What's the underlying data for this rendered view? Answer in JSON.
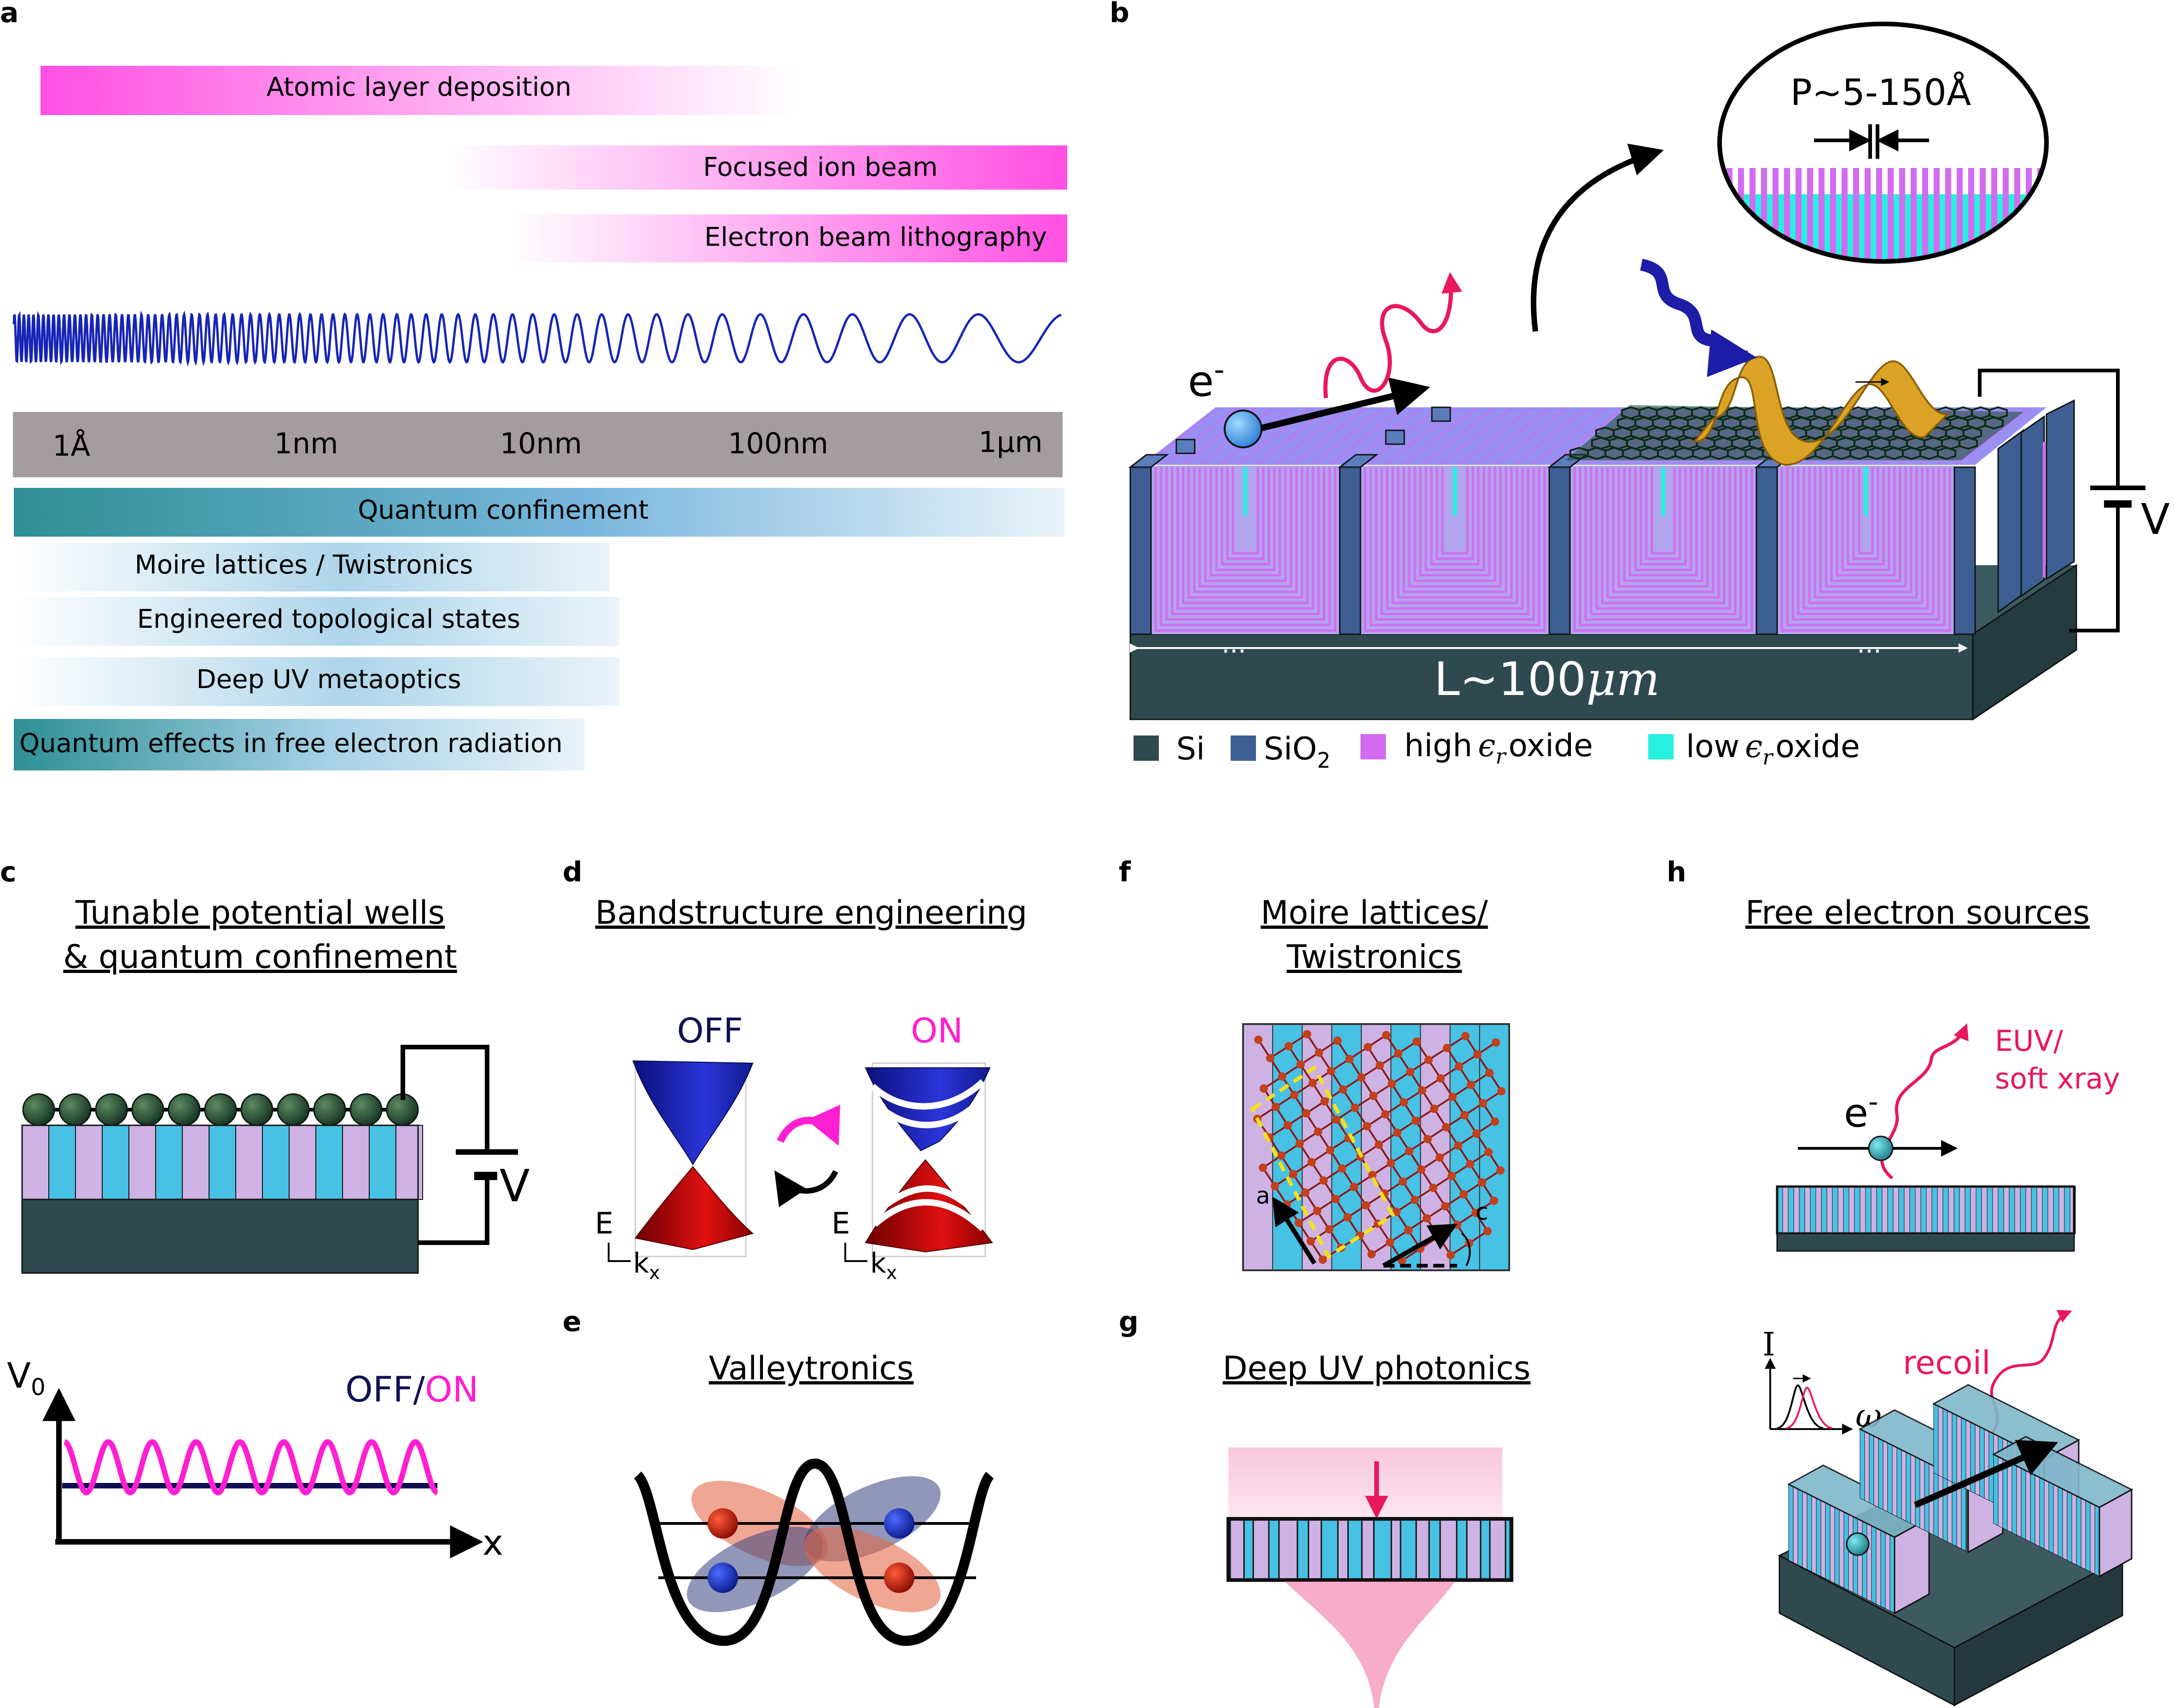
{
  "panel_letters": {
    "a": "a",
    "b": "b",
    "c": "c",
    "d": "d",
    "e": "e",
    "f": "f",
    "g": "g",
    "h": "h"
  },
  "colors": {
    "magenta": "#ff4fe3",
    "teal": "#2e8f95",
    "light_blue": "#a6d1e6",
    "grey_bar": "#a49c9f",
    "si": "#2f4a4f",
    "sio2": "#3d5f93",
    "high_er": "#d36bf0",
    "low_er": "#27f0e0",
    "wave": "#1624b8",
    "purple_layer": "#cdb2e3",
    "cyan_layer": "#47c1e4",
    "red_photon": "#e8185a",
    "navy": "#0f0f52"
  },
  "panel_a": {
    "fab_bars": [
      "Atomic layer deposition",
      "Focused ion beam",
      "Electron beam lithography"
    ],
    "scale_ticks": [
      "1Å",
      "1nm",
      "10nm",
      "100nm",
      "1μm"
    ],
    "app_bars": [
      "Quantum confinement",
      "Moire lattices / Twistronics",
      "Engineered topological states",
      "Deep UV metaoptics",
      "Quantum effects in free electron radiation"
    ]
  },
  "panel_b": {
    "electron": "e",
    "electron_sup": "-",
    "period_label": "P~5-150Å",
    "length_label": "L~100",
    "length_unit": "μm",
    "dots": "...",
    "voltage": "V",
    "legend": {
      "si": "Si",
      "sio2": "SiO",
      "sio2_sub": "2",
      "high_a": "high",
      "high_b": "oxide",
      "low_a": "low",
      "low_b": "oxide",
      "epsilon": "ϵ",
      "epsilon_sub": "r"
    }
  },
  "panel_c": {
    "title_line1": "Tunable potential wells",
    "title_line2": "& quantum confinement",
    "voltage": "V",
    "v0": "V",
    "v0_sub": "0",
    "off": "OFF",
    "slash": "/",
    "on": "ON",
    "x": "x"
  },
  "panel_d": {
    "title": "Bandstructure engineering",
    "off": "OFF",
    "on": "ON",
    "e_label": "E",
    "kx_label": "k",
    "kx_sub": "x"
  },
  "panel_e": {
    "title": "Valleytronics"
  },
  "panel_f": {
    "title_line1": "Moire lattices/",
    "title_line2": "Twistronics",
    "a": "a",
    "c": "c"
  },
  "panel_g": {
    "title": "Deep UV photonics"
  },
  "panel_h": {
    "title": "Free electron sources",
    "euv_line1": "EUV/",
    "euv_line2": "soft xray",
    "electron": "e",
    "electron_sup": "-",
    "intensity": "I",
    "omega": "ω",
    "recoil": "recoil"
  }
}
